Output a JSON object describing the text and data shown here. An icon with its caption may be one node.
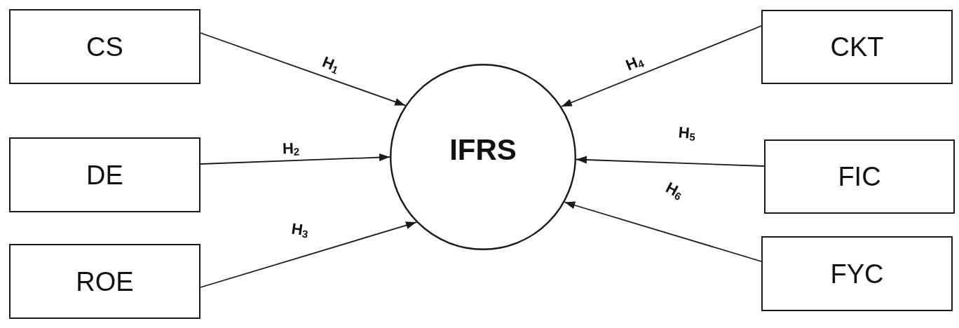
{
  "diagram": {
    "nodes": [
      {
        "text": [
          "CS"
        ]
      },
      {
        "text": [
          "DE"
        ]
      },
      {
        "text": [
          "ROE"
        ]
      },
      {
        "text": [
          "IFRS"
        ]
      },
      {
        "text": [
          "CKT"
        ]
      },
      {
        "text": [
          "FIC"
        ]
      },
      {
        "text": [
          "FYC"
        ]
      }
    ],
    "edges": [
      {
        "from": 0,
        "to": 3,
        "arrow": "to",
        "label": "H$_{1}$"
      },
      {
        "from": 1,
        "to": 3,
        "arrow": "to",
        "label": "H$_{2}$"
      },
      {
        "from": 2,
        "to": 3,
        "arrow": "to",
        "label": "H$_{3}$"
      },
      {
        "from": 4,
        "to": 3,
        "arrow": "to",
        "label": "H$_{4}$"
      },
      {
        "from": 5,
        "to": 3,
        "arrow": "to",
        "label": "H$_{5}$"
      },
      {
        "from": 6,
        "to": 3,
        "arrow": "to",
        "label": "H$_{6}$"
      }
    ]
  }
}
